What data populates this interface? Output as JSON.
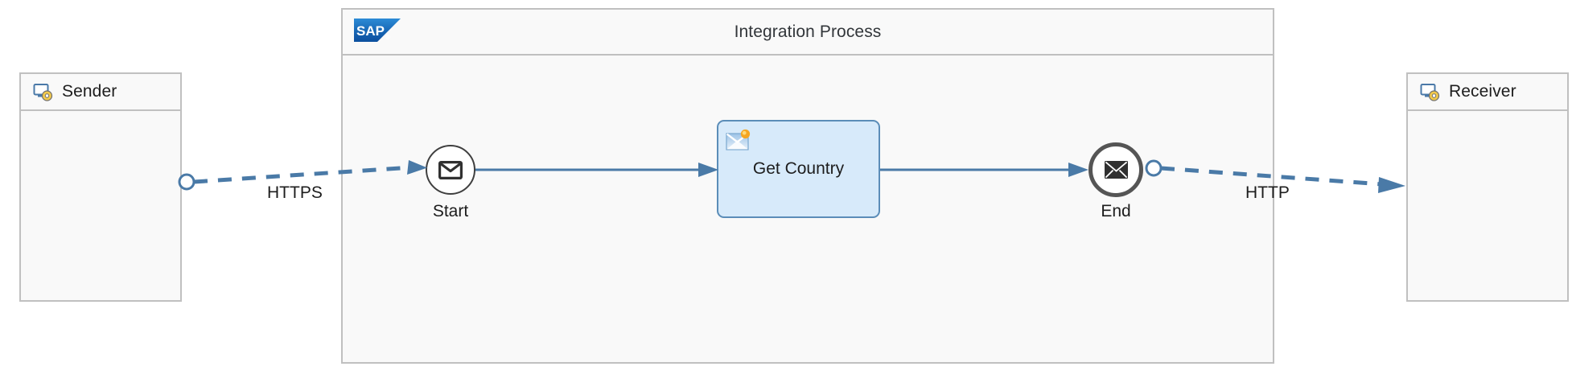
{
  "diagram": {
    "type": "bpmn-integration-flow",
    "title": "Integration Process"
  },
  "pool": {
    "title": "Integration Process",
    "logo_alt": "SAP",
    "logo_text": "SAP",
    "border_color": "#c0c0c0",
    "background": "#f9f9f9"
  },
  "participants": [
    {
      "id": "sender",
      "label": "Sender",
      "icon": "sender-system-icon"
    },
    {
      "id": "receiver",
      "label": "Receiver",
      "icon": "receiver-system-icon"
    }
  ],
  "nodes": [
    {
      "id": "start",
      "type": "start-message-event",
      "label": "Start",
      "icon": "envelope-icon"
    },
    {
      "id": "get-country",
      "type": "service-task-request-reply",
      "label": "Get Country",
      "icon": "request-reply-icon",
      "fill": "#d7eafa",
      "border": "#5b8db8"
    },
    {
      "id": "end",
      "type": "end-message-event",
      "label": "End",
      "icon": "envelope-icon"
    }
  ],
  "connections": [
    {
      "id": "sender-to-start",
      "from": "sender",
      "to": "start",
      "label": "HTTPS",
      "style": "dashed",
      "color": "#4a7aa7"
    },
    {
      "id": "start-to-task",
      "from": "start",
      "to": "get-country",
      "label": "",
      "style": "solid",
      "color": "#4a7aa7"
    },
    {
      "id": "task-to-end",
      "from": "get-country",
      "to": "end",
      "label": "",
      "style": "solid",
      "color": "#4a7aa7"
    },
    {
      "id": "end-to-receiver",
      "from": "end",
      "to": "receiver",
      "label": "HTTP",
      "style": "dashed",
      "color": "#4a7aa7"
    }
  ],
  "colors": {
    "connector": "#4a7aa7",
    "task_fill": "#d7eafa",
    "task_border": "#5b8db8",
    "pool_border": "#c0c0c0",
    "canvas": "#ffffff"
  }
}
